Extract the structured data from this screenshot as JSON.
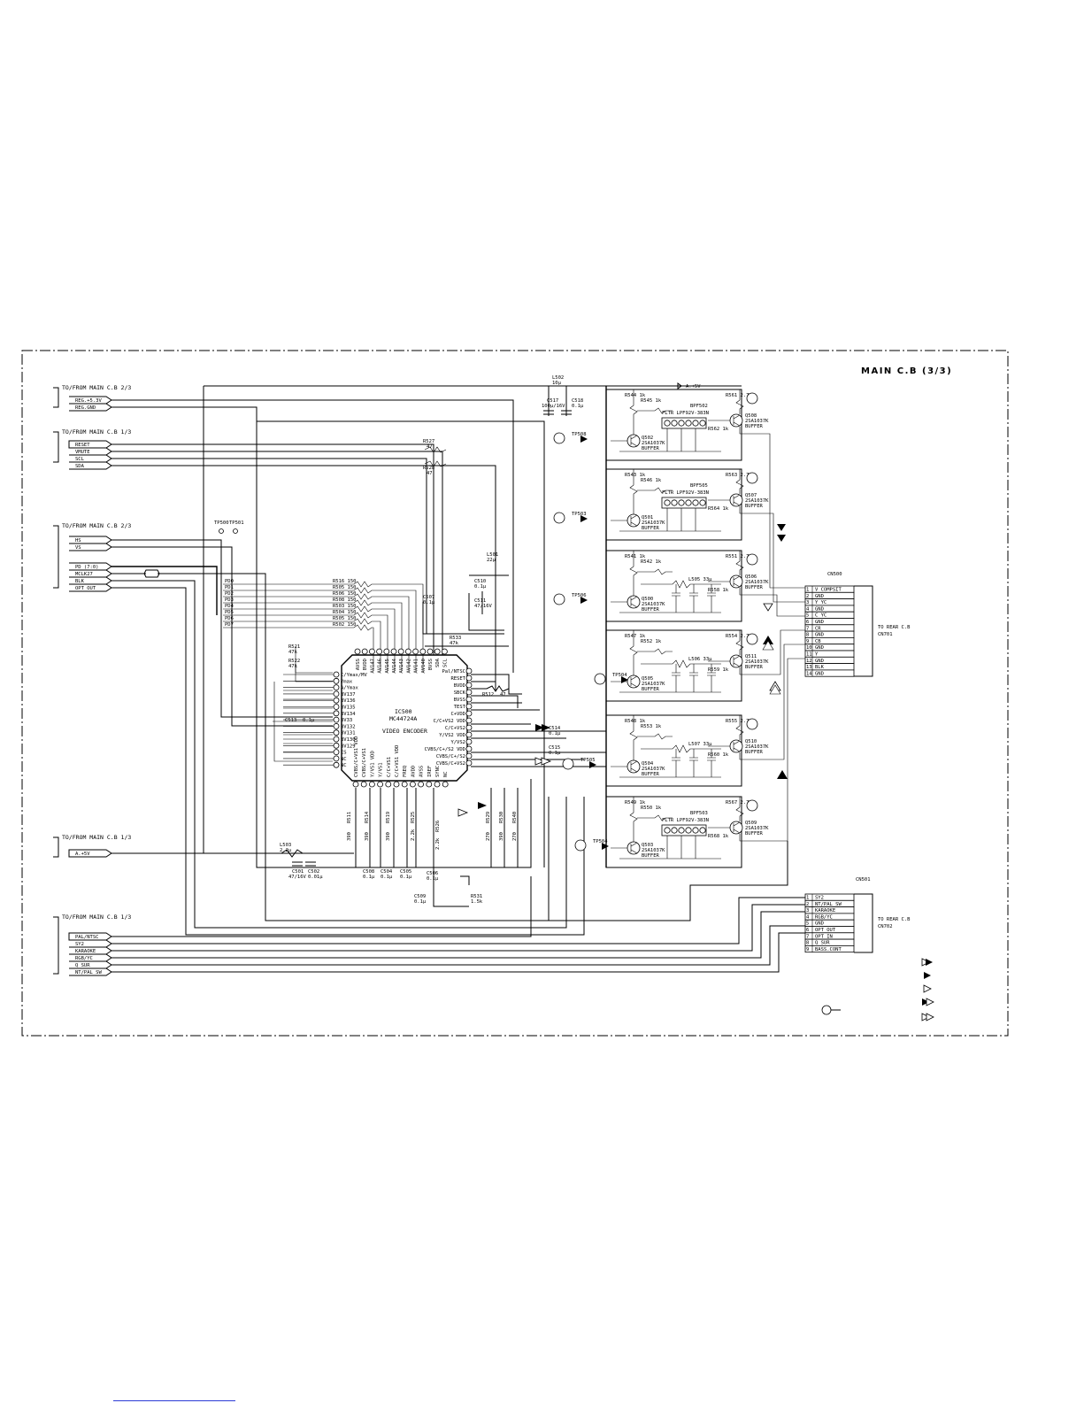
{
  "title": "MAIN C.B (3/3)",
  "groups": [
    {
      "label": "TO/FROM MAIN C.B 2/3",
      "signals": [
        "REG.+5.3V",
        "REG.GND"
      ]
    },
    {
      "label": "TO/FROM MAIN C.B 1/3",
      "signals": [
        "RESET",
        "VMUTE",
        "SCL",
        "SDA"
      ]
    },
    {
      "label": "TO/FROM MAIN C.B 2/3",
      "signals": [
        "HS",
        "VS",
        "PD (7:0)",
        "MCLK27",
        "BLK",
        "OPT OUT"
      ]
    },
    {
      "label": "TO/FROM MAIN C.B 1/3",
      "signals": [
        "A.+5V"
      ]
    },
    {
      "label": "TO/FROM MAIN C.B 1/3",
      "signals": [
        "PAL/NTSC",
        "SY2",
        "KARAOKE",
        "RGB/YC",
        "Q SUR",
        "NT/PAL SW"
      ]
    }
  ],
  "test_points": [
    "TP500",
    "TP501"
  ],
  "bus": {
    "label": "PD (7:0)",
    "lines": [
      "PD0",
      "PD1",
      "PD2",
      "PD3",
      "PD4",
      "PD5",
      "PD6",
      "PD7"
    ],
    "resistors": [
      "R516 150",
      "R505 150",
      "R506 150",
      "R508 150",
      "R503 150",
      "R504 150",
      "R505 150",
      "R502 150"
    ]
  },
  "ic": {
    "ref": "IC500",
    "part": "MC44724A",
    "function": "VIDEO ENCODER",
    "left_pins": [
      "C/Ymax/MV",
      "Ymax",
      "A/Ymax",
      "BV137",
      "BV136",
      "BV135",
      "BV134",
      "BV33",
      "BV132",
      "BV131",
      "BV130",
      "BV129",
      "ES",
      "NC",
      "NC"
    ],
    "right_pins": [
      "Pal/NTSC",
      "RESET",
      "BVDD",
      "SBCK",
      "BVSS",
      "TEST",
      "C+VDD",
      "C/C+VS2 VDD",
      "C/C+VS2",
      "Y/VS2 VDD",
      "Y/VS2",
      "CVBS/C+/S2 VDD",
      "CVBS/C+/S2",
      "CVBS/C+VS2"
    ],
    "top_pins": [
      "AVSS",
      "BVDD",
      "AV147",
      "AV146",
      "AV145",
      "AV144",
      "AV143",
      "AV142",
      "AV141",
      "AV140",
      "BVSS",
      "SDA",
      "SCL"
    ],
    "bottom_pins": [
      "CVBS/C+VS1 VDD",
      "CVBS/C+VS1",
      "Y/VS1 VDD",
      "Y/VS1",
      "C/C+VS1",
      "C/C+VS1 VDD",
      "FREQ",
      "AVDD",
      "AVSS",
      "IREF",
      "SYNC",
      "NC"
    ]
  },
  "components": {
    "L502": "10µ",
    "C517": "100µ/16V",
    "C518": "0.1µ",
    "L501": "22µ",
    "C510": "0.1µ",
    "C511": "47/16V",
    "C507": "0.1µ",
    "R521": "47k",
    "R522": "47k",
    "R527": "47",
    "R528": "47",
    "R533": "47k",
    "R512": "47",
    "C513": "0.1µ",
    "C514": "0.1µ",
    "C515": "0.1µ",
    "L503": "2.2µ",
    "C501": "47/16V",
    "C502": "0.01µ",
    "R511": "390",
    "R514": "390",
    "R519": "390",
    "R525": "2.2k",
    "R526": "2.2k",
    "R529": "270",
    "R530": "390",
    "R540": "270",
    "C508": "0.1µ",
    "C504": "0.1µ",
    "C505": "0.1µ",
    "C506": "0.1µ",
    "C509": "0.1µ",
    "R531": "1.5k"
  },
  "buffer_stages": [
    {
      "in_tp": "TP508",
      "q_in": "Q502 2SA1037K BUFFER",
      "filter": "FLTR LPF92V-383N",
      "filter_ref": "BPF502",
      "q_out": "Q508 2SA1037K BUFFER",
      "r_in": [
        "R544 1k",
        "R545 1k"
      ],
      "r_out": [
        "R561 2.7k",
        "R562 1k"
      ]
    },
    {
      "in_tp": "TP503",
      "q_in": "Q501 2SA1037K BUFFER",
      "filter": "FLTR LPF92V-383N",
      "filter_ref": "BPF505",
      "q_out": "Q507 2SA1037K BUFFER",
      "r_in": [
        "R543 1k",
        "R546 1k"
      ],
      "r_out": [
        "R563 2.7k",
        "R564 1k"
      ]
    },
    {
      "in_tp": "TP506",
      "q_in": "Q500 2SA1037K BUFFER",
      "filter": "L505 33µ",
      "filter_ref": "",
      "q_out": "Q506 2SA1037K BUFFER",
      "r_in": [
        "R541 1k",
        "R542 1k"
      ],
      "r_out": [
        "R551 2.7k",
        "R558 1k"
      ]
    },
    {
      "in_tp": "TP504",
      "q_in": "Q505 2SA1037K BUFFER",
      "filter": "L506 33µ",
      "filter_ref": "",
      "q_out": "Q511 2SA1037K BUFFER",
      "r_in": [
        "R547 1k",
        "R552 1k"
      ],
      "r_out": [
        "R554 2.7k",
        "R559 1k"
      ]
    },
    {
      "in_tp": "TP505",
      "q_in": "Q504 2SA1037K BUFFER",
      "filter": "L507 33µ",
      "filter_ref": "",
      "q_out": "Q510 2SA1037K BUFFER",
      "r_in": [
        "R548 1k",
        "R553 1k"
      ],
      "r_out": [
        "R555 2.7k",
        "R560 1k"
      ]
    },
    {
      "in_tp": "TP504",
      "q_in": "Q503 2SA1037K BUFFER",
      "filter": "FLTR LPF92V-383N",
      "filter_ref": "BPF503",
      "q_out": "Q509 2SA1037K BUFFER",
      "r_in": [
        "R549 1k",
        "R550 1k"
      ],
      "r_out": [
        "R567 2.7k",
        "R568 1k"
      ]
    }
  ],
  "cn500": {
    "ref": "CN500",
    "destination": "TO REAR C.B",
    "dest_ref": "CN701",
    "pins": [
      "V COMPSIT",
      "GND",
      "Y YC",
      "GND",
      "C YC",
      "GND",
      "CR",
      "GND",
      "CB",
      "GND",
      "Y",
      "GND",
      "BLK",
      "GND"
    ]
  },
  "cn501": {
    "ref": "CN501",
    "destination": "TO REAR C.B",
    "dest_ref": "CN702",
    "pins": [
      "SY2",
      "NT/PAL SW",
      "KARAOKE",
      "RGB/YC",
      "GND",
      "OPT OUT",
      "OPT IN",
      "Q SUR",
      "BASS.CONT"
    ]
  },
  "a5v_label": "A.+5V"
}
